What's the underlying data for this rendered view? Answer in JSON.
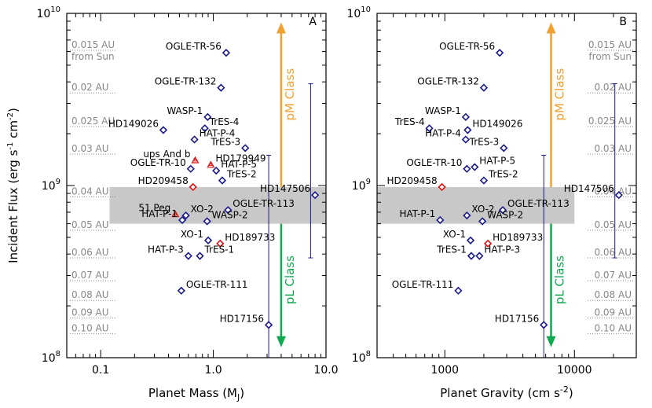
{
  "colors": {
    "frame": "#000000",
    "band": "#c8c8c8",
    "planet_marker": "#1a1a8c",
    "red_marker": "#dd1111",
    "au_text": "#888888",
    "pM_arrow": "#f0a030",
    "pL_arrow": "#10a850",
    "vline": "#1a1a8c"
  },
  "chart_data": [
    {
      "type": "scatter",
      "panel_letter": "A",
      "xlabel": "Planet Mass (M",
      "xlabel_sub": "J",
      "xlabel_end": ")",
      "ylabel": "Incident Flux (erg s",
      "ylabel_parts": [
        "Incident Flux (erg s",
        "-1",
        " cm",
        "-2",
        ")"
      ],
      "x_scale": "log",
      "y_scale": "log",
      "xlim": [
        0.05,
        10
      ],
      "ylim": [
        100000000.0,
        10000000000.0
      ],
      "x_ticks": [
        {
          "v": 0.1,
          "label": "0.1"
        },
        {
          "v": 1,
          "label": "1.0"
        },
        {
          "v": 10,
          "label": "10.0"
        }
      ],
      "y_ticks": [
        {
          "v": 100000000.0,
          "base": "10",
          "exp": "8"
        },
        {
          "v": 1000000000.0,
          "base": "10",
          "exp": "9"
        },
        {
          "v": 10000000000.0,
          "base": "10",
          "exp": "10"
        }
      ],
      "band": {
        "y_low": 600000000.0,
        "y_high": 980000000.0,
        "x_from": 0.12
      },
      "au_labels": [
        {
          "text": "0.015 AU",
          "y": 6100000000.0
        },
        {
          "text": "from Sun",
          "y": null
        },
        {
          "text": "0.02 AU",
          "y": 3450000000.0
        },
        {
          "text": "0.025 AU",
          "y": 2200000000.0
        },
        {
          "text": "0.03 AU",
          "y": 1520000000.0
        },
        {
          "text": "0.04 AU",
          "y": 860000000.0
        },
        {
          "text": "0.05 AU",
          "y": 550000000.0
        },
        {
          "text": "0.06 AU",
          "y": 380000000.0
        },
        {
          "text": "0.07 AU",
          "y": 280000000.0
        },
        {
          "text": "0.08 AU",
          "y": 215000000.0
        },
        {
          "text": "0.09 AU",
          "y": 170000000.0
        },
        {
          "text": "0.10 AU",
          "y": 138000000.0
        }
      ],
      "points": [
        {
          "name": "OGLE-TR-56",
          "x": 1.3,
          "y": 5900000000.0,
          "marker": "diamond",
          "label_side": "left"
        },
        {
          "name": "OGLE-TR-132",
          "x": 1.17,
          "y": 3700000000.0,
          "marker": "diamond",
          "label_side": "left"
        },
        {
          "name": "WASP-1",
          "x": 0.89,
          "y": 2500000000.0,
          "marker": "diamond",
          "label_side": "left"
        },
        {
          "name": "TrES-4",
          "x": 0.84,
          "y": 2150000000.0,
          "marker": "diamond",
          "label_side": "right"
        },
        {
          "name": "HD149026",
          "x": 0.36,
          "y": 2100000000.0,
          "marker": "diamond",
          "label_side": "left"
        },
        {
          "name": "HAT-P-4",
          "x": 0.68,
          "y": 1850000000.0,
          "marker": "diamond",
          "label_side": "right"
        },
        {
          "name": "TrES-3",
          "x": 1.92,
          "y": 1650000000.0,
          "marker": "diamond",
          "label_side": "left"
        },
        {
          "name": "ups And b",
          "x": 0.69,
          "y": 1400000000.0,
          "marker": "triangle",
          "label_side": "left"
        },
        {
          "name": "HD179949",
          "x": 0.95,
          "y": 1320000000.0,
          "marker": "triangle",
          "label_side": "right"
        },
        {
          "name": "OGLE-TR-10",
          "x": 0.63,
          "y": 1250000000.0,
          "marker": "diamond",
          "label_side": "left"
        },
        {
          "name": "HAT-P-5",
          "x": 1.06,
          "y": 1220000000.0,
          "marker": "diamond",
          "label_side": "right"
        },
        {
          "name": "TrES-2",
          "x": 1.2,
          "y": 1070000000.0,
          "marker": "diamond",
          "label_side": "right"
        },
        {
          "name": "HD209458",
          "x": 0.66,
          "y": 980000000.0,
          "marker": "red_diamond",
          "label_side": "left"
        },
        {
          "name": "HD147506",
          "x": 8.0,
          "y": 880000000.0,
          "marker": "diamond",
          "label_side": "left"
        },
        {
          "name": "OGLE-TR-113",
          "x": 1.35,
          "y": 720000000.0,
          "marker": "diamond",
          "label_side": "right"
        },
        {
          "name": "51 Peg",
          "x": 0.46,
          "y": 680000000.0,
          "marker": "triangle",
          "label_side": "left"
        },
        {
          "name": "XO-2",
          "x": 0.57,
          "y": 670000000.0,
          "marker": "diamond",
          "label_side": "right"
        },
        {
          "name": "HAT-P-1",
          "x": 0.53,
          "y": 630000000.0,
          "marker": "diamond",
          "label_side": "left"
        },
        {
          "name": "WASP-2",
          "x": 0.88,
          "y": 620000000.0,
          "marker": "diamond",
          "label_side": "right"
        },
        {
          "name": "XO-1",
          "x": 0.9,
          "y": 480000000.0,
          "marker": "diamond",
          "label_side": "left"
        },
        {
          "name": "HD189733",
          "x": 1.15,
          "y": 460000000.0,
          "marker": "red_diamond",
          "label_side": "right"
        },
        {
          "name": "HAT-P-3",
          "x": 0.6,
          "y": 390000000.0,
          "marker": "diamond",
          "label_side": "left"
        },
        {
          "name": "TrES-1",
          "x": 0.76,
          "y": 390000000.0,
          "marker": "diamond",
          "label_side": "right"
        },
        {
          "name": "OGLE-TR-111",
          "x": 0.52,
          "y": 245000000.0,
          "marker": "diamond",
          "label_side": "right"
        },
        {
          "name": "HD17156",
          "x": 3.1,
          "y": 155000000.0,
          "marker": "diamond",
          "label_side": "left"
        }
      ],
      "vlines": [
        {
          "x": 3.1,
          "y_from": 100000000.0,
          "y_to": 1500000000.0
        },
        {
          "x": 7.3,
          "y_from": 380000000.0,
          "y_to": 3900000000.0
        }
      ],
      "class_arrows": {
        "x": 4.0,
        "pM_label": "pM Class",
        "pL_label": "pL Class",
        "pM_from": 980000000.0,
        "pM_to": 8500000000.0,
        "pL_from": 600000000.0,
        "pL_to": 120000000.0
      }
    },
    {
      "type": "scatter",
      "panel_letter": "B",
      "xlabel": "Planet Gravity (cm s",
      "xlabel_sup": "-2",
      "xlabel_end": ")",
      "x_scale": "log",
      "y_scale": "log",
      "xlim": [
        300,
        30000
      ],
      "ylim": [
        100000000.0,
        10000000000.0
      ],
      "x_ticks": [
        {
          "v": 1000,
          "label": "1000"
        },
        {
          "v": 10000,
          "label": "10000"
        }
      ],
      "y_ticks": [
        {
          "v": 100000000.0,
          "base": "10",
          "exp": "8"
        },
        {
          "v": 1000000000.0,
          "base": "10",
          "exp": "9"
        },
        {
          "v": 10000000000.0,
          "base": "10",
          "exp": "10"
        }
      ],
      "band": {
        "y_low": 600000000.0,
        "y_high": 980000000.0,
        "x_to": 10000
      },
      "au_labels": [
        {
          "text": "0.015 AU",
          "y": 6100000000.0
        },
        {
          "text": "from Sun",
          "y": null
        },
        {
          "text": "0.02 AU",
          "y": 3450000000.0
        },
        {
          "text": "0.025 AU",
          "y": 2200000000.0
        },
        {
          "text": "0.03 AU",
          "y": 1520000000.0
        },
        {
          "text": "0.04 AU",
          "y": 860000000.0
        },
        {
          "text": "0.05 AU",
          "y": 550000000.0
        },
        {
          "text": "0.06 AU",
          "y": 380000000.0
        },
        {
          "text": "0.07 AU",
          "y": 280000000.0
        },
        {
          "text": "0.08 AU",
          "y": 215000000.0
        },
        {
          "text": "0.09 AU",
          "y": 170000000.0
        },
        {
          "text": "0.10 AU",
          "y": 138000000.0
        }
      ],
      "points": [
        {
          "name": "OGLE-TR-56",
          "x": 2650,
          "y": 5900000000.0,
          "marker": "diamond",
          "label_side": "left"
        },
        {
          "name": "OGLE-TR-132",
          "x": 2000,
          "y": 3700000000.0,
          "marker": "diamond",
          "label_side": "left"
        },
        {
          "name": "WASP-1",
          "x": 1450,
          "y": 2500000000.0,
          "marker": "diamond",
          "label_side": "left"
        },
        {
          "name": "TrES-4",
          "x": 760,
          "y": 2150000000.0,
          "marker": "diamond",
          "label_side": "left"
        },
        {
          "name": "HD149026",
          "x": 1500,
          "y": 2100000000.0,
          "marker": "diamond",
          "label_side": "right"
        },
        {
          "name": "HAT-P-4",
          "x": 1450,
          "y": 1850000000.0,
          "marker": "diamond",
          "label_side": "left"
        },
        {
          "name": "TrES-3",
          "x": 2850,
          "y": 1650000000.0,
          "marker": "diamond",
          "label_side": "left"
        },
        {
          "name": "HAT-P-5",
          "x": 1700,
          "y": 1280000000.0,
          "marker": "diamond",
          "label_side": "right"
        },
        {
          "name": "OGLE-TR-10",
          "x": 1480,
          "y": 1250000000.0,
          "marker": "diamond",
          "label_side": "left"
        },
        {
          "name": "TrES-2",
          "x": 2000,
          "y": 1070000000.0,
          "marker": "diamond",
          "label_side": "right"
        },
        {
          "name": "HD209458",
          "x": 950,
          "y": 980000000.0,
          "marker": "red_diamond",
          "label_side": "left"
        },
        {
          "name": "HD147506",
          "x": 22000,
          "y": 880000000.0,
          "marker": "diamond",
          "label_side": "left"
        },
        {
          "name": "OGLE-TR-113",
          "x": 2800,
          "y": 720000000.0,
          "marker": "diamond",
          "label_side": "right"
        },
        {
          "name": "XO-2",
          "x": 1480,
          "y": 670000000.0,
          "marker": "diamond",
          "label_side": "right"
        },
        {
          "name": "HAT-P-1",
          "x": 920,
          "y": 630000000.0,
          "marker": "diamond",
          "label_side": "left"
        },
        {
          "name": "WASP-2",
          "x": 1950,
          "y": 620000000.0,
          "marker": "diamond",
          "label_side": "right"
        },
        {
          "name": "XO-1",
          "x": 1580,
          "y": 480000000.0,
          "marker": "diamond",
          "label_side": "left"
        },
        {
          "name": "HD189733",
          "x": 2150,
          "y": 460000000.0,
          "marker": "red_diamond",
          "label_side": "right"
        },
        {
          "name": "TrES-1",
          "x": 1600,
          "y": 390000000.0,
          "marker": "diamond",
          "label_side": "left"
        },
        {
          "name": "HAT-P-3",
          "x": 1850,
          "y": 390000000.0,
          "marker": "diamond",
          "label_side": "right"
        },
        {
          "name": "OGLE-TR-111",
          "x": 1270,
          "y": 245000000.0,
          "marker": "diamond",
          "label_side": "left"
        },
        {
          "name": "HD17156",
          "x": 5800,
          "y": 155000000.0,
          "marker": "diamond",
          "label_side": "left"
        }
      ],
      "vlines": [
        {
          "x": 5800,
          "y_from": 100000000.0,
          "y_to": 1500000000.0
        },
        {
          "x": 20500,
          "y_from": 380000000.0,
          "y_to": 3900000000.0
        }
      ],
      "class_arrows": {
        "x": 6600,
        "pM_label": "pM Class",
        "pL_label": "pL Class",
        "pM_from": 980000000.0,
        "pM_to": 8500000000.0,
        "pL_from": 600000000.0,
        "pL_to": 120000000.0
      }
    }
  ]
}
